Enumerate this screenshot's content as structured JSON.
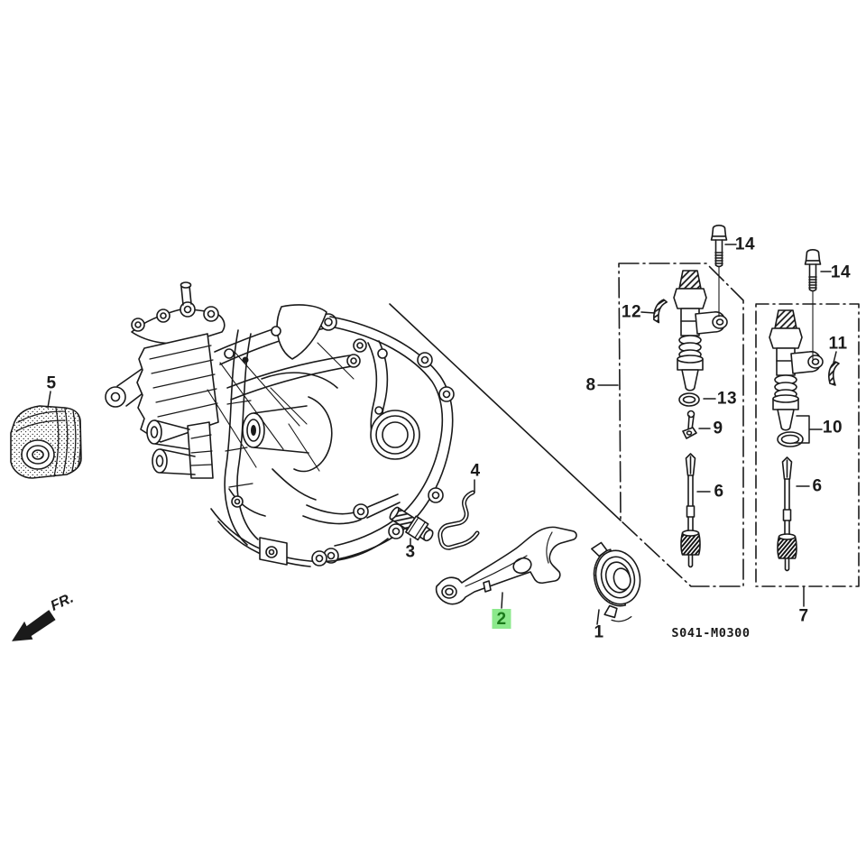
{
  "diagram": {
    "code": "S041-M0300",
    "direction_label": "FR."
  },
  "colors": {
    "line": "#1a1a1a",
    "background": "#ffffff",
    "highlight-bg": "#8ce98c",
    "highlight-text": "#1a7a1a"
  },
  "callouts": [
    {
      "label": "14"
    },
    {
      "label": "14"
    },
    {
      "label": "12"
    },
    {
      "label": "8"
    },
    {
      "label": "13"
    },
    {
      "label": "9"
    },
    {
      "label": "6"
    },
    {
      "label": "11"
    },
    {
      "label": "10"
    },
    {
      "label": "6"
    },
    {
      "label": "7"
    },
    {
      "label": "5"
    },
    {
      "label": "3"
    },
    {
      "label": "4"
    },
    {
      "label": "2",
      "highlighted": true
    },
    {
      "label": "1"
    }
  ]
}
